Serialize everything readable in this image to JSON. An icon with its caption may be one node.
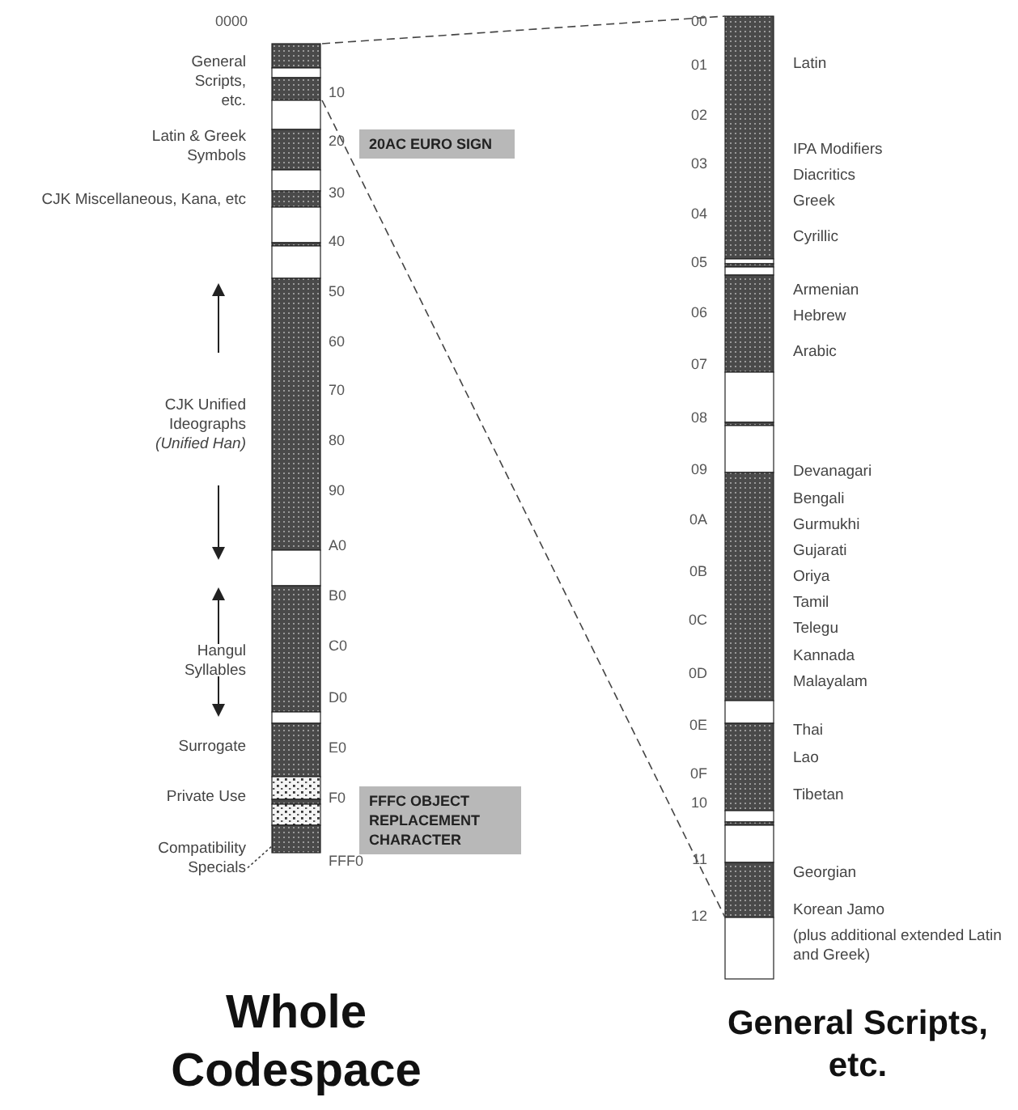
{
  "diagram": {
    "nodes": [
      {
        "text": [],
        "shape": "bar"
      },
      {
        "text": [
          "20AC EURO SIGN"
        ]
      },
      {
        "text": [
          "FFFC OBJECT REPLACEMENT CHARACTER"
        ]
      },
      {
        "text": [
          "Compatibility Specials"
        ]
      },
      {
        "text": [],
        "shape": "bar"
      }
    ],
    "edges": [
      {
        "from": 3,
        "to": 0,
        "arrow": "none",
        "style": "dashed"
      },
      {
        "from": 0,
        "to": 4,
        "arrow": "none",
        "style": "dashed"
      },
      {
        "from": 0,
        "to": 4,
        "arrow": "none",
        "style": "dashed"
      }
    ],
    "labels": [
      "0000",
      "General Scripts, etc.",
      "10",
      "Latin & Greek Symbols",
      "20",
      "30",
      "CJK Miscellaneous, Kana, etc",
      "40",
      "50",
      "60",
      "CJK Unified Ideographs *(Unified Han)*",
      "70",
      "80",
      "90",
      "A0",
      "B0",
      "Hangul Syllables",
      "C0",
      "D0",
      "Surrogate",
      "E0",
      "Private Use",
      "F0",
      "FFF0",
      "00",
      "01",
      "Latin",
      "02",
      "IPA Modifiers",
      "03",
      "Diacritics",
      "Greek",
      "04",
      "Cyrillic",
      "05",
      "Armenian",
      "06",
      "Hebrew",
      "Arabic",
      "07",
      "08",
      "09",
      "Devanagari",
      "0A",
      "Bengali",
      "Gurmukhi",
      "Gujarati",
      "0B",
      "Oriya",
      "Tamil",
      "0C",
      "Telegu",
      "Kannada",
      "0D",
      "Malayalam",
      "0E",
      "Thai",
      "Lao",
      "0F",
      "Tibetan",
      "10",
      "11",
      "Georgian",
      "Korean Jamo",
      "12",
      "(plus additional extended Latin and Greek)",
      "Whole Codespace",
      "General Scripts, etc."
    ]
  }
}
